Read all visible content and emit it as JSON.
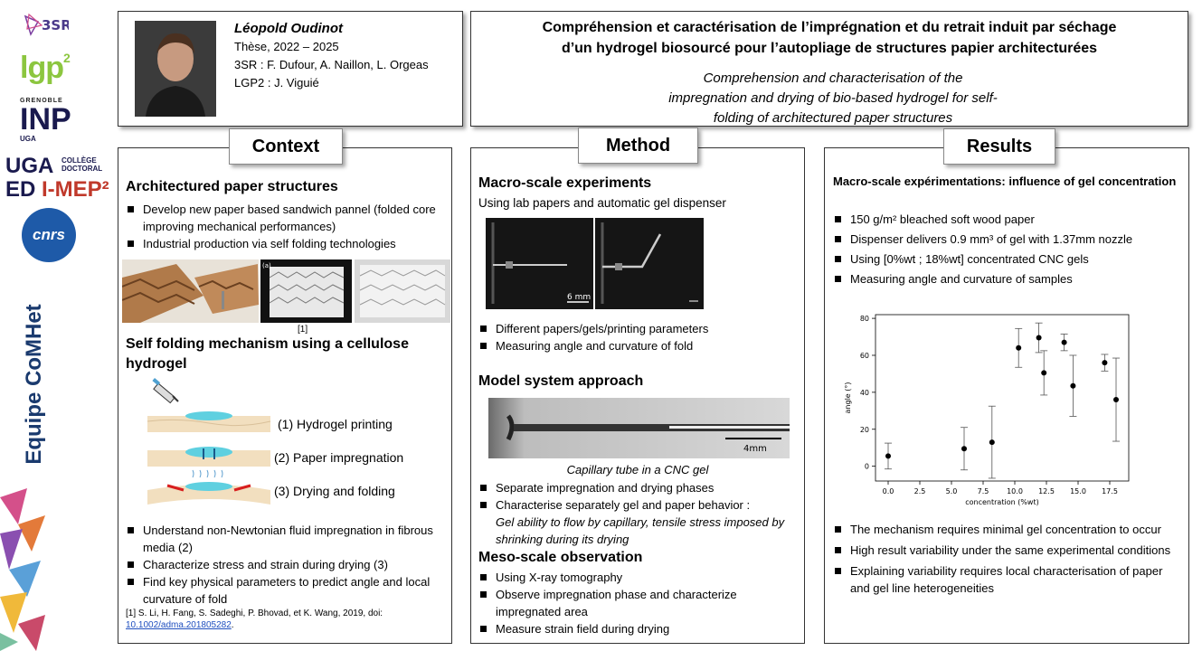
{
  "logos": {
    "lab_3sr": "3SR",
    "lgp2": "lgp",
    "lgp2_sup": "2",
    "grenoble_inp_top": "GRENOBLE",
    "grenoble_inp_main": "INP",
    "grenoble_inp_bottom": "UGA",
    "uga": "UGA",
    "college_doctoral": "COLLÈGE DOCTORAL",
    "ed_prefix": "ED",
    "ed_imep": "I-MEP²",
    "cnrs": "cnrs"
  },
  "team": "Equipe CoMHet",
  "author": {
    "name": "Léopold Oudinot",
    "thesis": "Thèse, 2022 – 2025",
    "supervisors_3sr": "3SR : F. Dufour, A. Naillon, L. Orgeas",
    "supervisors_lgp2": "LGP2 : J. Viguié"
  },
  "title": {
    "fr_line1": "Compréhension  et caractérisation de l’imprégnation  et du retrait induit par séchage",
    "fr_line2": "d’un hydrogel biosourcé pour l’autopliage de structures papier architecturées",
    "en_line1": "Comprehension and characterisation of the",
    "en_line2": "impregnation and drying of bio-based hydrogel for self-",
    "en_line3": "folding of architectured paper structures"
  },
  "context": {
    "tab": "Context",
    "heading1": "Architectured paper structures",
    "bullets1": [
      "Develop new paper based sandwich pannel (folded core improving mechanical performances)",
      "Industrial production via self folding technologies"
    ],
    "image_ref": "[1]",
    "image_label_a": "(a)",
    "heading2": "Self folding mechanism using a cellulose hydrogel",
    "steps": [
      "(1) Hydrogel printing",
      "(2) Paper impregnation",
      "(3) Drying and folding"
    ],
    "bullets2": [
      "Understand non-Newtonian fluid impregnation in fibrous media (2)",
      "Characterize stress and strain during drying (3)",
      "Find key physical parameters to predict angle and local curvature of fold"
    ],
    "reference": "[1] S. Li, H. Fang, S. Sadeghi, P. Bhovad, et K. Wang, 2019, doi:",
    "reference_doi": "10.1002/adma.201805282",
    "reference_end": "."
  },
  "method": {
    "tab": "Method",
    "heading1": "Macro-scale experiments",
    "sub1": "Using lab papers and automatic gel dispenser",
    "scale1": "6 mm",
    "bullets1": [
      "Different papers/gels/printing parameters",
      "Measuring angle and curvature of fold"
    ],
    "heading2": "Model system approach",
    "scale2": "4mm",
    "caption2": "Capillary tube in a CNC gel",
    "bullets2a": "Separate impregnation and drying phases",
    "bullets2b": "Characterise separately gel and paper behavior :",
    "bullets2b_detail": "Gel ability to flow by capillary, tensile stress imposed by shrinking during its drying",
    "heading3": "Meso-scale observation",
    "bullets3": [
      "Using X-ray tomography",
      "Observe impregnation phase and characterize impregnated area",
      "Measure strain field during drying"
    ]
  },
  "results": {
    "tab": "Results",
    "heading1": "Macro-scale expérimentations: influence of gel concentration",
    "bullets1": [
      "150 g/m² bleached soft wood paper",
      "Dispenser delivers 0.9 mm³ of gel with 1.37mm nozzle",
      "Using [0%wt ; 18%wt] concentrated CNC gels",
      "Measuring angle and curvature of samples"
    ],
    "bullets2": [
      "The mechanism requires minimal gel concentration to occur",
      "High result variability under the same experimental conditions",
      "Explaining variability requires local characterisation of paper and gel line heterogeneities"
    ]
  },
  "chart_data": {
    "type": "scatter",
    "title": "",
    "xlabel": "concentration (%wt)",
    "ylabel": "angle (°)",
    "xlim": [
      -1,
      19
    ],
    "ylim": [
      -8,
      82
    ],
    "xticks": [
      0.0,
      2.5,
      5.0,
      7.5,
      10.0,
      12.5,
      15.0,
      17.5
    ],
    "xtick_labels": [
      "0.0",
      "2.5",
      "5.0",
      "7.5",
      "10.0",
      "12.5",
      "15.0",
      "17.5"
    ],
    "yticks": [
      0,
      20,
      40,
      60,
      80
    ],
    "ytick_labels": [
      "0",
      "20",
      "40",
      "60",
      "80"
    ],
    "grid": false,
    "points": [
      {
        "x": 0.0,
        "y": 5.5,
        "err": 7
      },
      {
        "x": 6.0,
        "y": 9.5,
        "err": 11.5
      },
      {
        "x": 8.2,
        "y": 13,
        "err": 19.5
      },
      {
        "x": 10.3,
        "y": 64,
        "err": 10.5
      },
      {
        "x": 11.9,
        "y": 69.5,
        "err": 8
      },
      {
        "x": 12.3,
        "y": 50.5,
        "err": 12
      },
      {
        "x": 13.9,
        "y": 67,
        "err": 4.5
      },
      {
        "x": 14.6,
        "y": 43.5,
        "err": 16.5
      },
      {
        "x": 17.1,
        "y": 56,
        "err": 4.5
      },
      {
        "x": 18.0,
        "y": 36,
        "err": 22.5
      }
    ]
  },
  "colors": {
    "team_blue": "#1a3a6e",
    "lgp_green": "#8cc63f",
    "hydrogel_cyan": "#5fd0e0",
    "arrow_red": "#d81e1e"
  }
}
